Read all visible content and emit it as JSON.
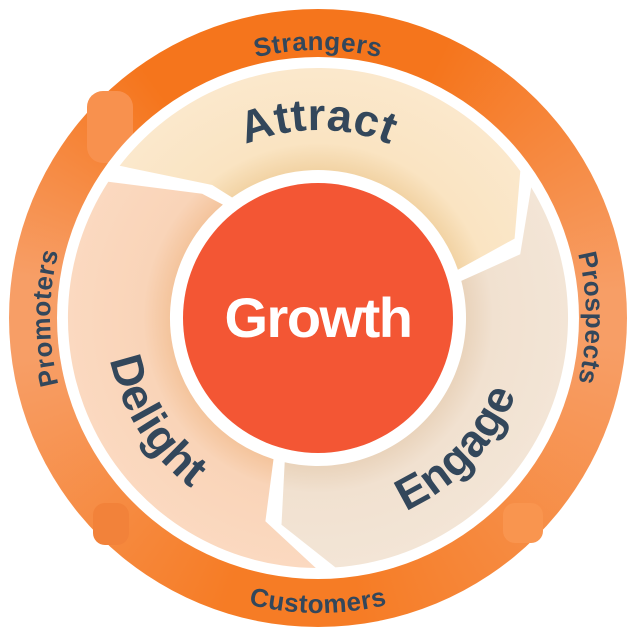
{
  "flywheel": {
    "background": "#ffffff",
    "label_color": "#33475b",
    "center": {
      "label": "Growth",
      "fill": "#f35634",
      "text_color": "#ffffff"
    },
    "stages": [
      {
        "label": "Attract",
        "fill": "#fae4c2",
        "inner_shade": "#f2d3a4",
        "outer_edge": "#fbe8cc"
      },
      {
        "label": "Engage",
        "fill": "#f1e1d0",
        "inner_shade": "#e9d3bb",
        "outer_edge": "#f3e5d6"
      },
      {
        "label": "Delight",
        "fill": "#f9d4b8",
        "inner_shade": "#f4c49c",
        "outer_edge": "#fbd9c0"
      }
    ],
    "audiences": [
      {
        "label": "Strangers",
        "position": "top"
      },
      {
        "label": "Prospects",
        "position": "right"
      },
      {
        "label": "Customers",
        "position": "bottom"
      },
      {
        "label": "Promoters",
        "position": "left"
      }
    ],
    "ring": {
      "top": "#f5751c",
      "side": "#f79e66",
      "bottom": "#f67c25"
    },
    "corner_tabs": [
      {
        "color": "#f8914e"
      },
      {
        "color": "#f9954f"
      },
      {
        "color": "#f2823a"
      }
    ]
  }
}
